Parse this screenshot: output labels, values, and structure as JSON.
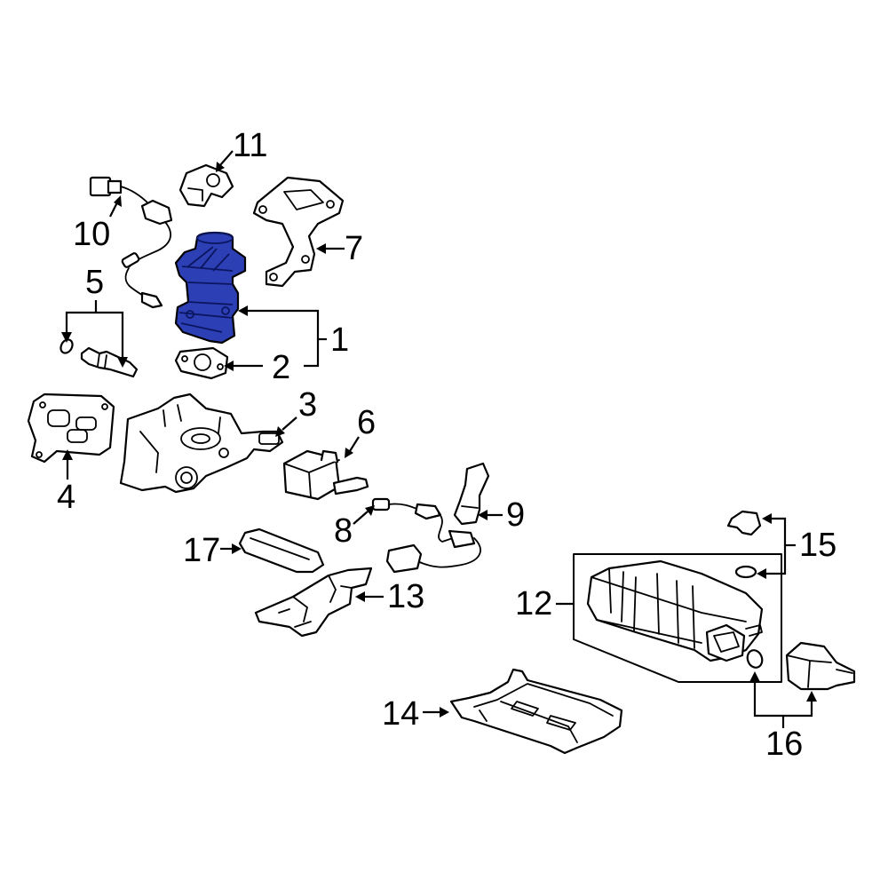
{
  "diagram": {
    "highlight_color": "#2d3fb5",
    "line_color": "#000000",
    "background": "#ffffff",
    "callouts": {
      "c1": "1",
      "c2": "2",
      "c3": "3",
      "c4": "4",
      "c5": "5",
      "c6": "6",
      "c7": "7",
      "c8": "8",
      "c9": "9",
      "c10": "10",
      "c11": "11",
      "c12": "12",
      "c13": "13",
      "c14": "14",
      "c15": "15",
      "c16": "16",
      "c17": "17"
    }
  }
}
